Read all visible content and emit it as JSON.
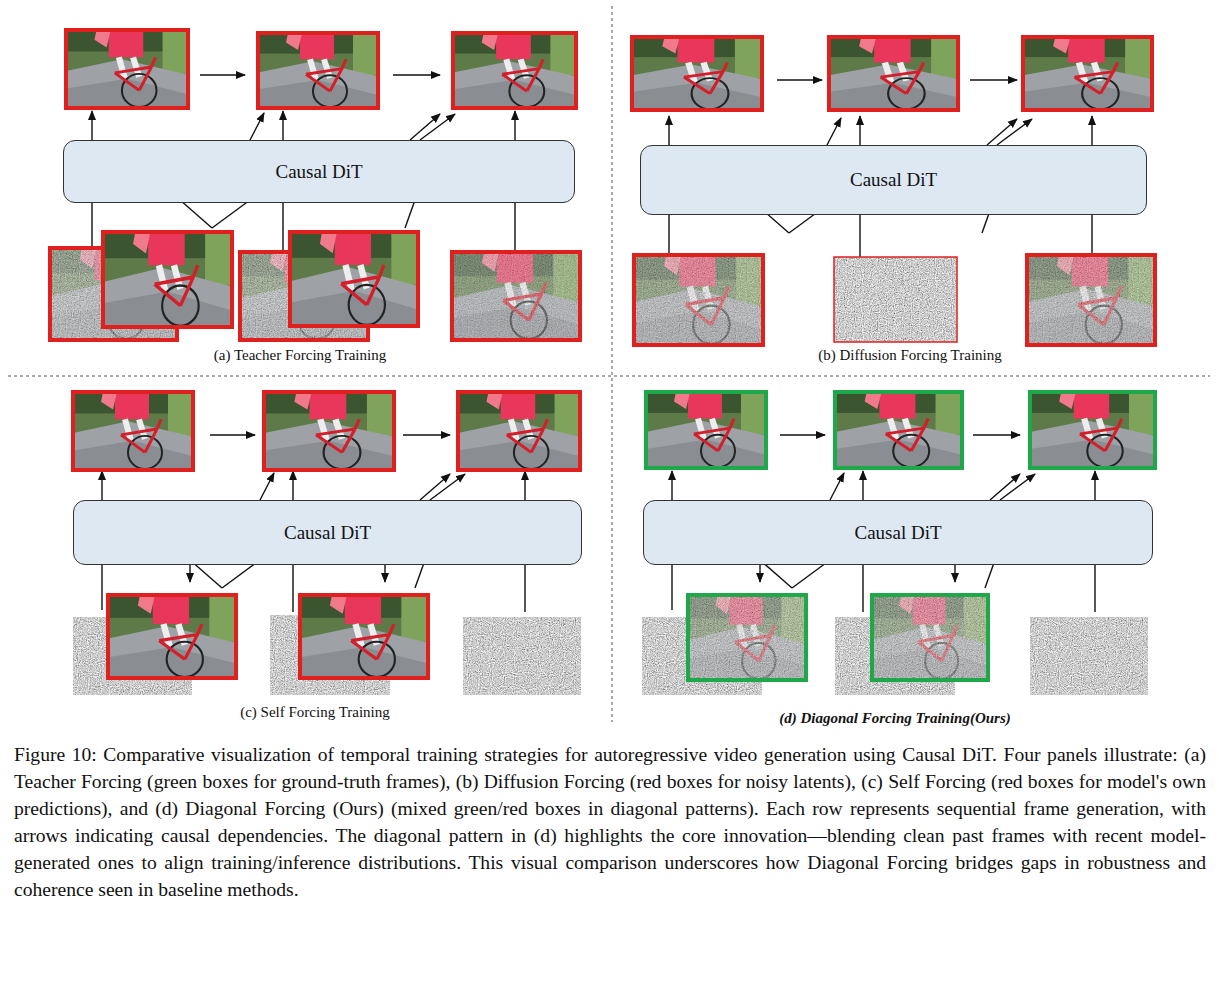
{
  "diagram": {
    "caption": "Figure 10: Comparative visualization of temporal training strategies for autoregressive video generation using Causal DiT. Four panels illustrate: (a) Teacher Forcing (green boxes for ground-truth frames), (b) Diffusion Forcing (red boxes for noisy latents), (c) Self Forcing (red boxes for model's own predictions), and (d) Diagonal Forcing (Ours) (mixed green/red boxes in diagonal patterns). Each row represents sequential frame generation, with arrows indicating causal dependencies. The diagonal pattern in (d) highlights the core innovation—blending clean past frames with recent model-generated ones to align training/inference distributions. This visual comparison underscores how Diagonal Forcing bridges gaps in robustness and coherence seen in baseline methods.",
    "nodes": [
      {
        "text": [
          "Causal DiT"
        ]
      },
      {
        "text": [
          "Causal DiT"
        ]
      },
      {
        "text": [
          "Causal DiT"
        ]
      },
      {
        "text": [
          "Causal DiT"
        ]
      }
    ],
    "labels": [
      "(a) Teacher Forcing Training",
      "(b) Diffusion Forcing Training",
      "(c) Self Forcing Training",
      "(d) Diagonal Forcing Training(Ours)"
    ]
  }
}
